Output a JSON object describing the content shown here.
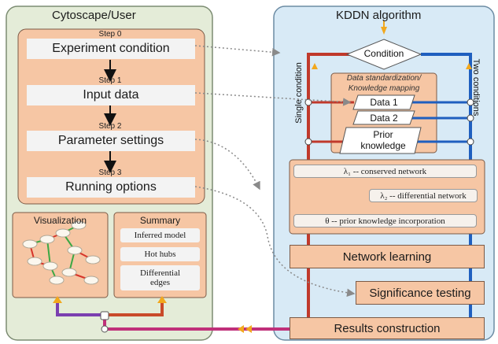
{
  "left_panel": {
    "title": "Cytoscape/User",
    "steps": [
      {
        "step": "Step 0",
        "label": "Experiment condition"
      },
      {
        "step": "Step 1",
        "label": "Input data"
      },
      {
        "step": "Step 2",
        "label": "Parameter settings"
      },
      {
        "step": "Step 3",
        "label": "Running options"
      }
    ],
    "visualization_title": "Visualization",
    "summary": {
      "title": "Summary",
      "items": [
        "Inferred model",
        "Hot hubs",
        "Differential edges"
      ]
    }
  },
  "right_panel": {
    "title": "KDDN algorithm",
    "condition": "Condition",
    "single_condition": "Single condition",
    "two_conditions": "Two conditions",
    "data_block": {
      "title": "Data standardization/ Knowledge mapping",
      "data1": "Data 1",
      "data2": "Data 2",
      "prior": "Prior knowledge"
    },
    "lambda1": "λ₁ -- conserved network",
    "lambda2": "λ₂ -- differential network",
    "theta": "θ -- prior knowledge incorporation",
    "network_learning": "Network learning",
    "significance_testing": "Significance testing",
    "results_construction": "Results construction"
  },
  "colors": {
    "left_bg": "#e4ecd8",
    "right_bg": "#d8eaf6",
    "orange_fill": "#f6c6a4",
    "red_line": "#c0392b",
    "blue_line": "#1f5fbf",
    "purple_line": "#7b3fb0",
    "magenta_line": "#c0307a",
    "arrow_yellow": "#f2a81d"
  }
}
